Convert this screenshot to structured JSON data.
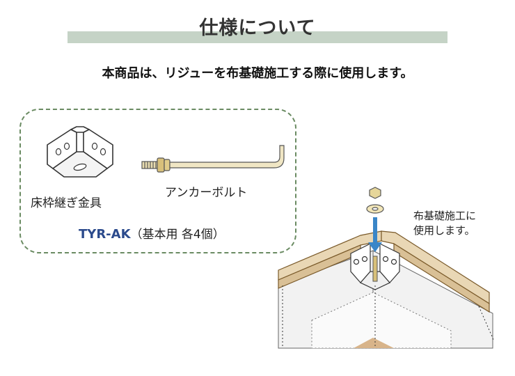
{
  "heading": "仕様について",
  "intro": "本商品は、リジューを布基礎施工する際に使用します。",
  "kit": {
    "bracket_label": "床枠継ぎ金具",
    "bolt_label": "アンカーボルト",
    "model_code": "TYR-AK",
    "model_note": "（基本用 各4個）"
  },
  "installation": {
    "note_line1": "布基礎施工に",
    "note_line2": "使用します。"
  },
  "colors": {
    "title_bar": "#c5d3c6",
    "dashed_border": "#6a8b62",
    "model_code": "#2b4a8c",
    "arrow": "#3a86c8",
    "wood": "#e9d7b5"
  }
}
